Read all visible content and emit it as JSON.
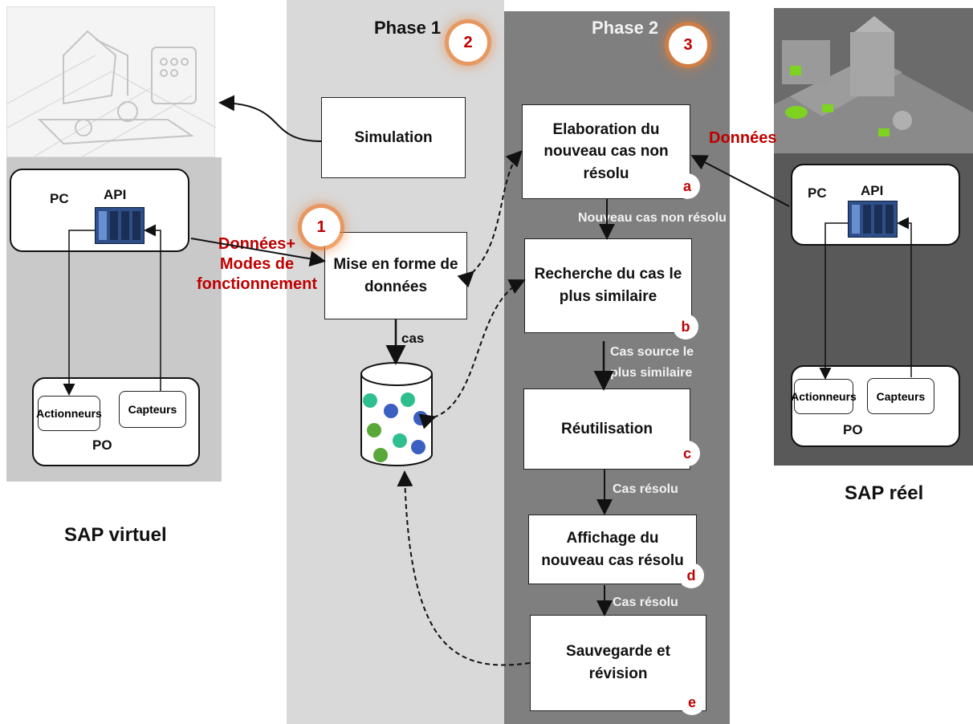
{
  "phases": {
    "phase1": "Phase 1",
    "phase2": "Phase 2"
  },
  "badges": {
    "b1": "1",
    "b2": "2",
    "b3": "3"
  },
  "steps": {
    "a": "a",
    "b": "b",
    "c": "c",
    "d": "d",
    "e": "e"
  },
  "boxes": {
    "simulation": "Simulation",
    "mise_en_forme": "Mise en forme de données",
    "elaboration": "Elaboration du nouveau cas non résolu",
    "recherche": "Recherche du cas le plus similaire",
    "reutilisation": "Réutilisation",
    "affichage": "Affichage du nouveau cas résolu",
    "sauvegarde": "Sauvegarde et révision"
  },
  "arrow_labels": {
    "cas": "cas",
    "nouveau_cas": "Nouveau cas non résolu",
    "cas_source": "Cas source le plus similaire",
    "cas_resolu_1": "Cas résolu",
    "cas_resolu_2": "Cas résolu"
  },
  "left_system": {
    "pc": "PC",
    "api": "API",
    "actionneurs": "Actionneurs",
    "capteurs": "Capteurs",
    "po": "PO",
    "title": "SAP virtuel"
  },
  "right_system": {
    "pc": "PC",
    "api": "API",
    "actionneurs": "Actionneurs",
    "capteurs": "Capteurs",
    "po": "PO",
    "title": "SAP réel"
  },
  "red_labels": {
    "donnees_modes": "Données+ Modes de fonctionnement",
    "donnees": "Données"
  },
  "colors": {
    "phase1_bg": "#d9d9d9",
    "phase2_bg": "#7f7f7f",
    "accent_red": "#c00000",
    "badge_glow": "#ed7d31"
  }
}
